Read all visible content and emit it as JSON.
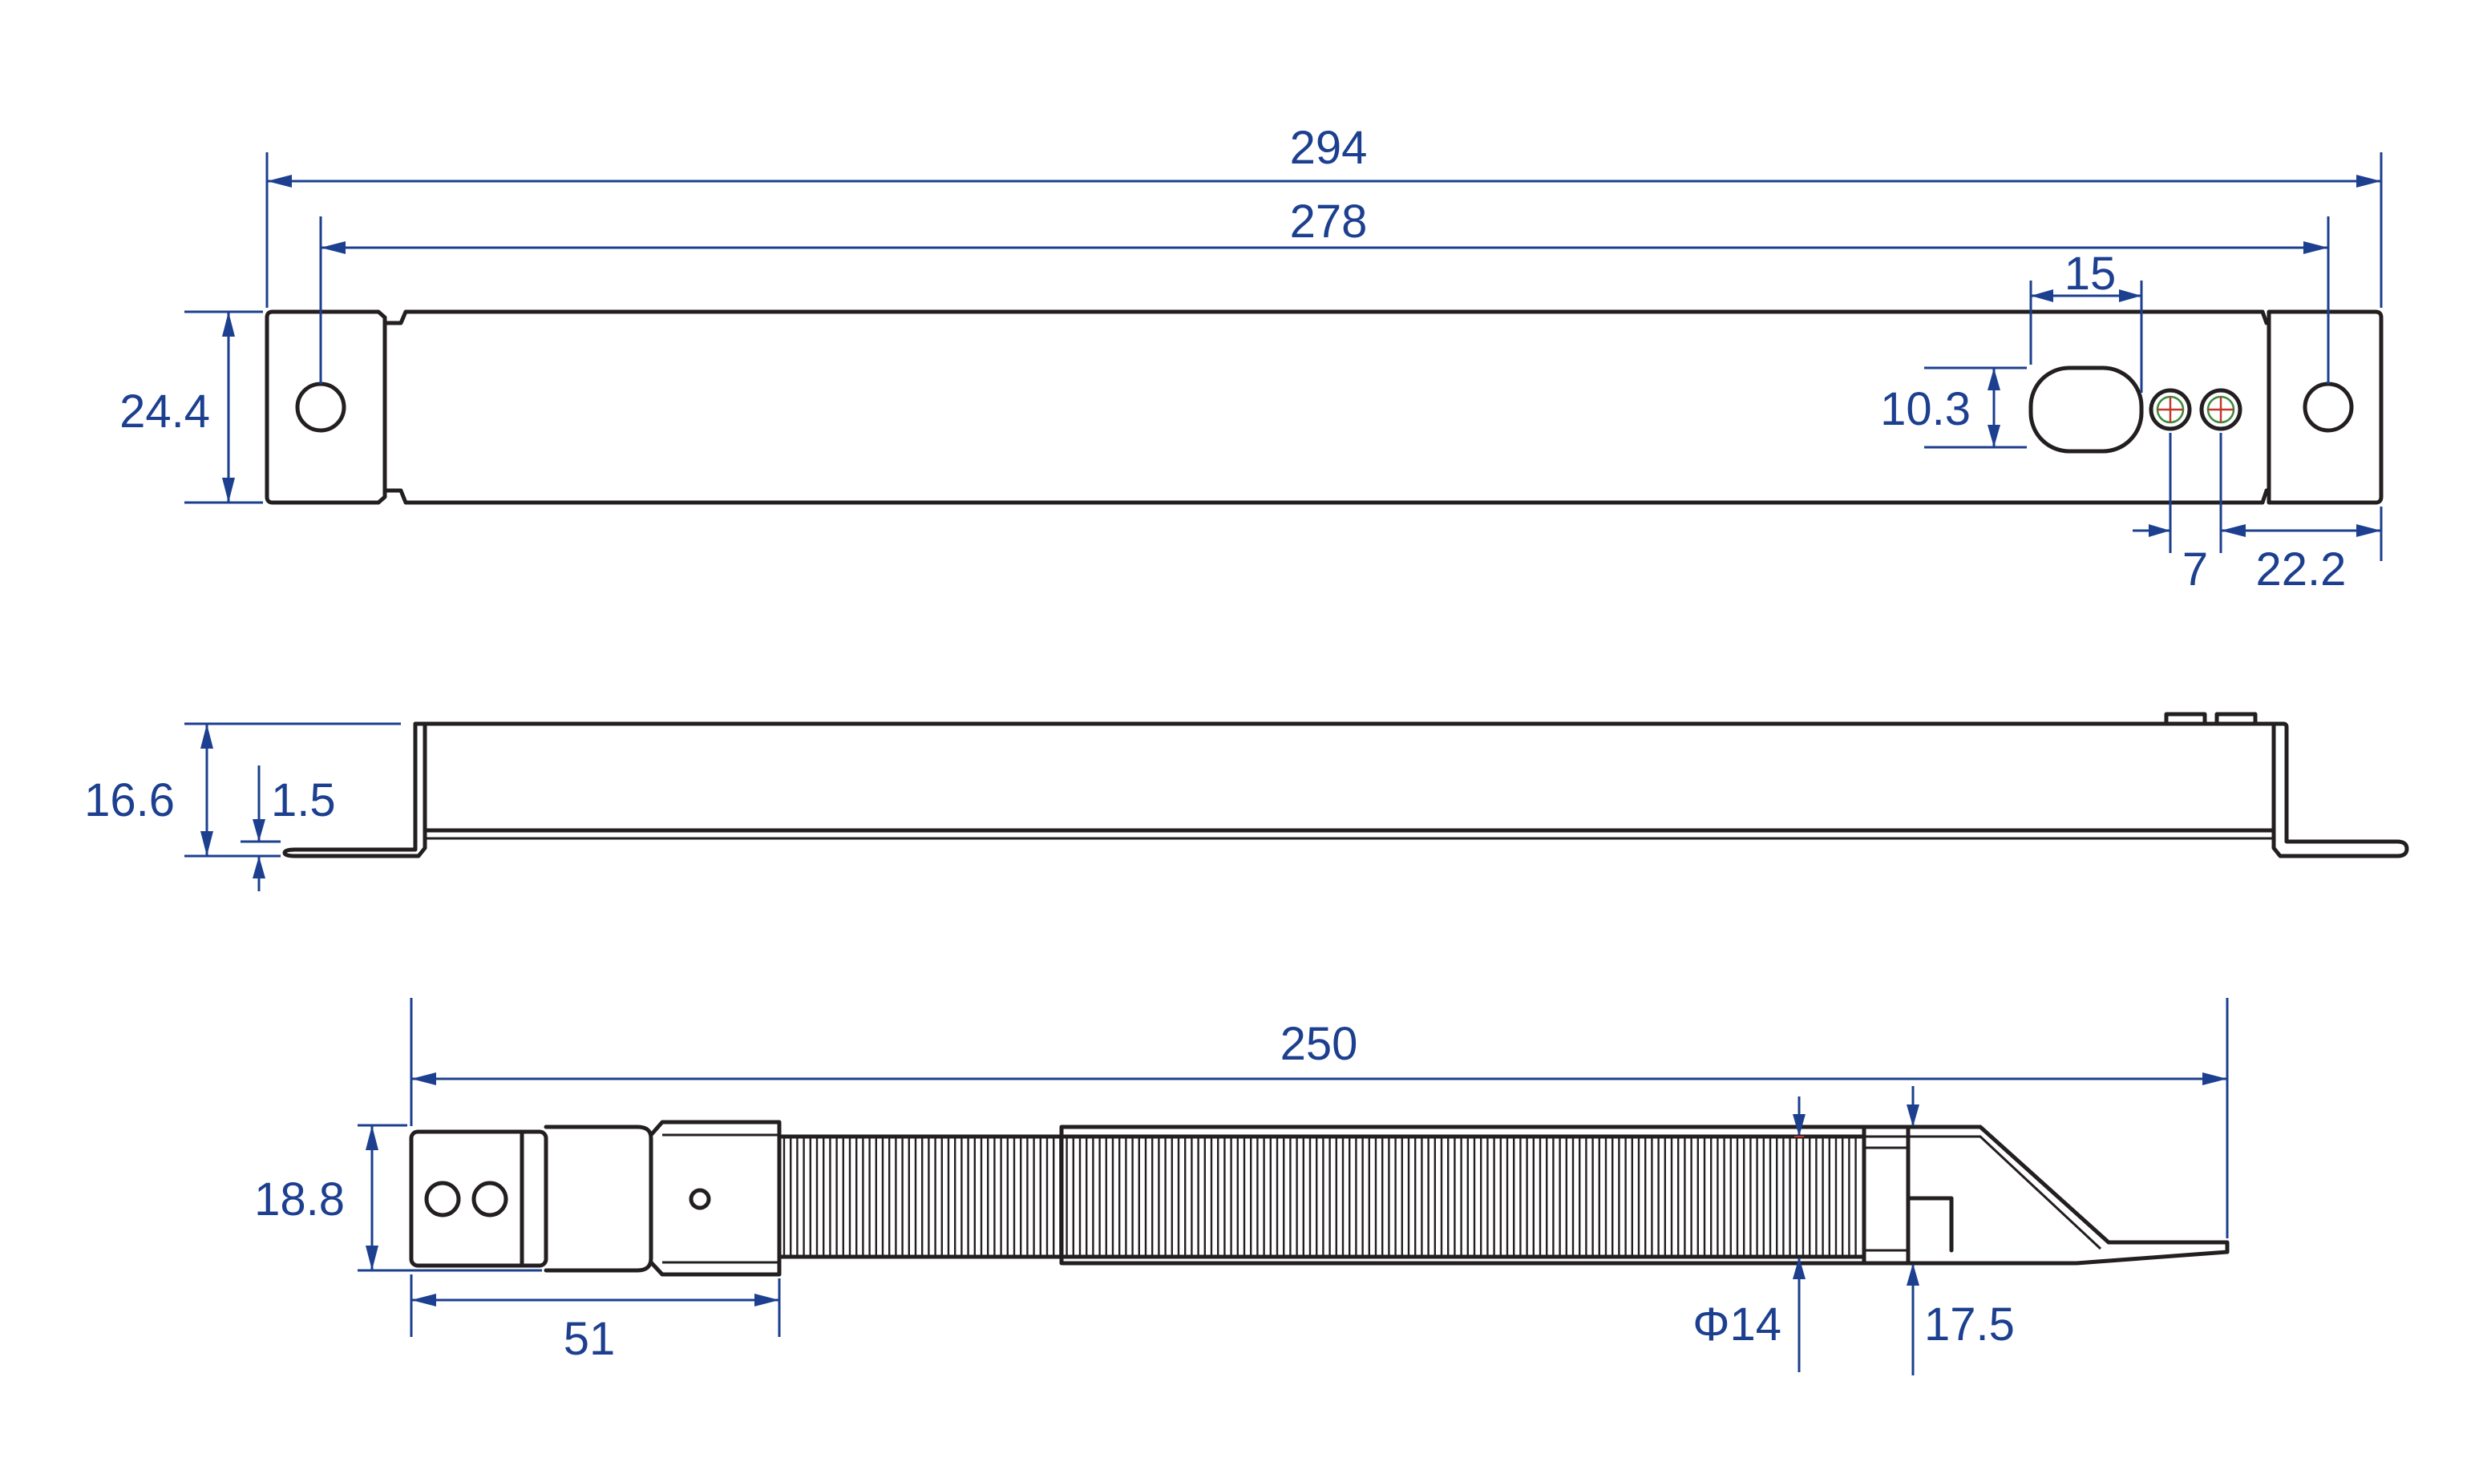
{
  "colors": {
    "dimension": "#1c3f8f",
    "outline": "#231f20",
    "background": "#ffffff"
  },
  "dimensions": {
    "top_view": {
      "overall_length": "294",
      "hole_spacing": "278",
      "height": "24.4",
      "oval_width": "15",
      "oval_height": "10.3",
      "led_pitch": "7",
      "led_offset": "22.2"
    },
    "side_view": {
      "height": "16.6",
      "flange_thickness": "1.5"
    },
    "bottom_view": {
      "overall_length": "250",
      "connector_height": "18.8",
      "connector_length": "51",
      "hose_diameter": "Φ14",
      "end_width": "17.5"
    }
  }
}
